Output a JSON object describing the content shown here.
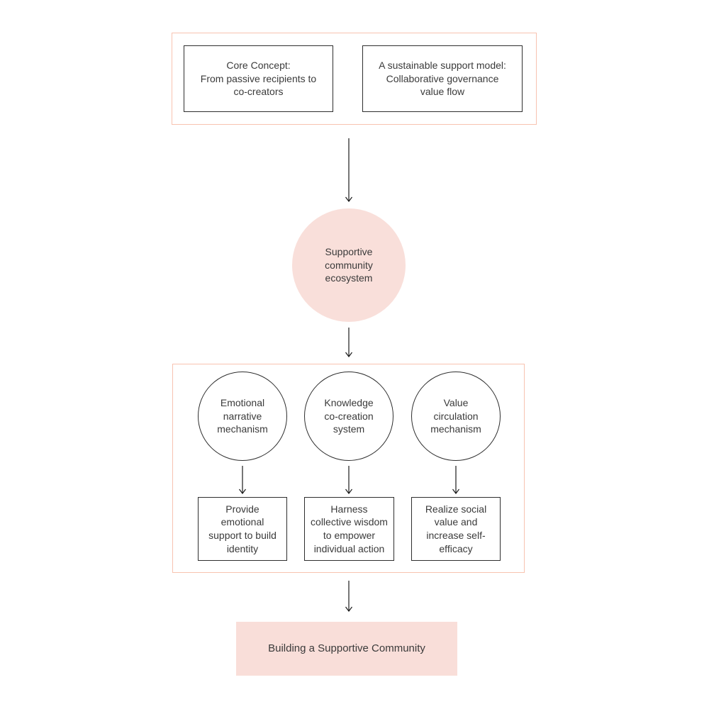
{
  "colors": {
    "frame_border": "#f8c3b0",
    "accent_fill": "#f9dfda",
    "footer_fill": "#f9ded9",
    "node_border": "#2e2e2e",
    "text": "#3a3a3a",
    "arrow": "#1a1a1a"
  },
  "top_section": {
    "boxes": [
      {
        "label": "Core Concept:\nFrom passive recipients to\nco-creators"
      },
      {
        "label": "A sustainable support model:\nCollaborative governance\nvalue flow"
      }
    ]
  },
  "hub": {
    "label": "Supportive\ncommunity\necosystem"
  },
  "mechanisms": {
    "circles": [
      {
        "label": "Emotional\nnarrative\nmechanism"
      },
      {
        "label": "Knowledge\nco-creation\nsystem"
      },
      {
        "label": "Value\ncirculation\nmechanism"
      }
    ],
    "outcomes": [
      {
        "label": "Provide\nemotional\nsupport to build\nidentity"
      },
      {
        "label": "Harness\ncollective wisdom\nto empower\nindividual action"
      },
      {
        "label": "Realize social\nvalue and\nincrease self-\nefficacy"
      }
    ]
  },
  "footer": {
    "label": "Building a Supportive Community"
  }
}
